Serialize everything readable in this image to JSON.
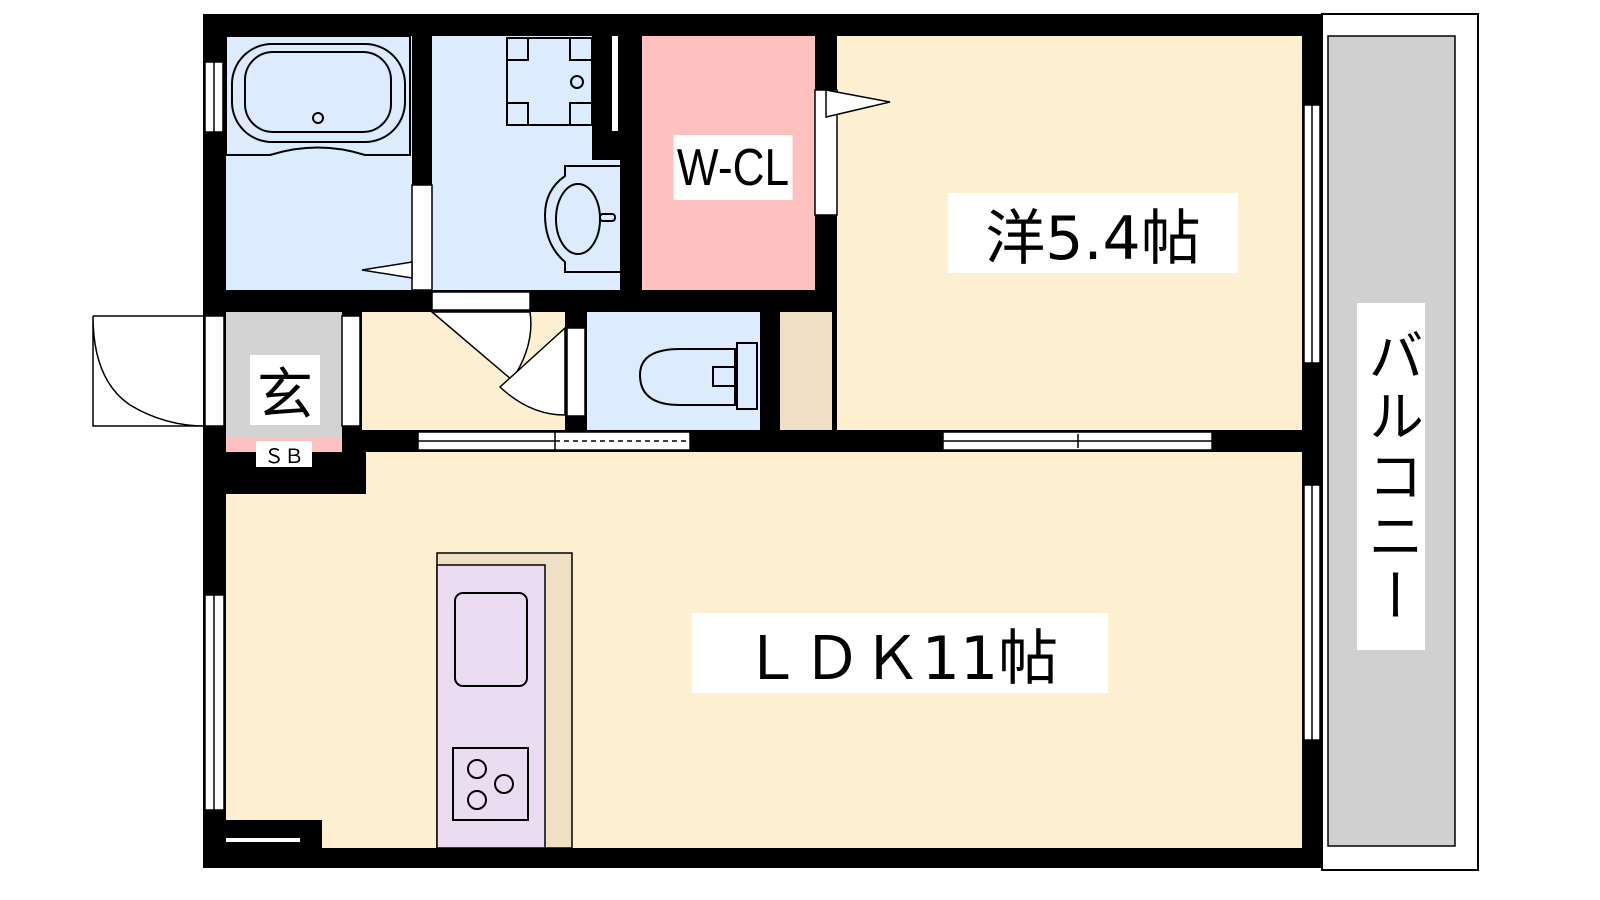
{
  "rooms": {
    "western": "洋5.4帖",
    "ldk": "ＬＤＫ11帖",
    "balcony": "バルコニー",
    "entrance": "玄",
    "shoebox": "ＳＢ",
    "walk_in_closet": "W-CL"
  },
  "colors": {
    "wall": "#000000",
    "wet_area": "#dcecfe",
    "closet": "#ffc0c0",
    "room": "#fdf0d0",
    "entrance": "#d3d3d3",
    "storage": "#efdfc4",
    "kitchen": "#ecdcf2",
    "balcony": "#d0d0d0"
  }
}
